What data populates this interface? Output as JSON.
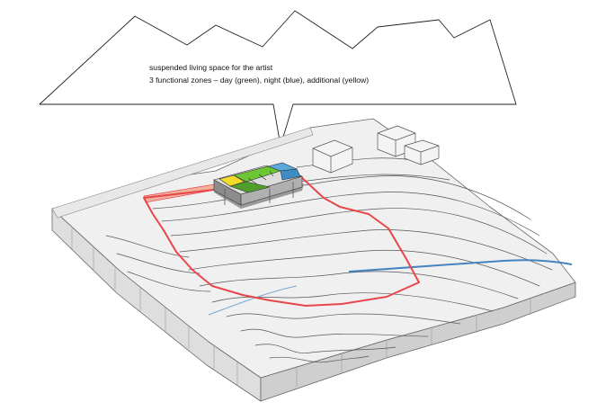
{
  "callout": {
    "line1": "suspended living space for the artist",
    "line2": "3 functional zones – day (green), night (blue), additional (yellow)"
  },
  "zones": [
    {
      "zone": "day",
      "color": "#6cc832"
    },
    {
      "zone": "night",
      "color": "#5aa8dc"
    },
    {
      "zone": "additional",
      "color": "#f2dc28"
    }
  ],
  "colors": {
    "plot_boundary": "#e8464b",
    "stream": "#4682c0",
    "terrain_top": "#f0f0f0",
    "terrain_side": "#dedede"
  }
}
